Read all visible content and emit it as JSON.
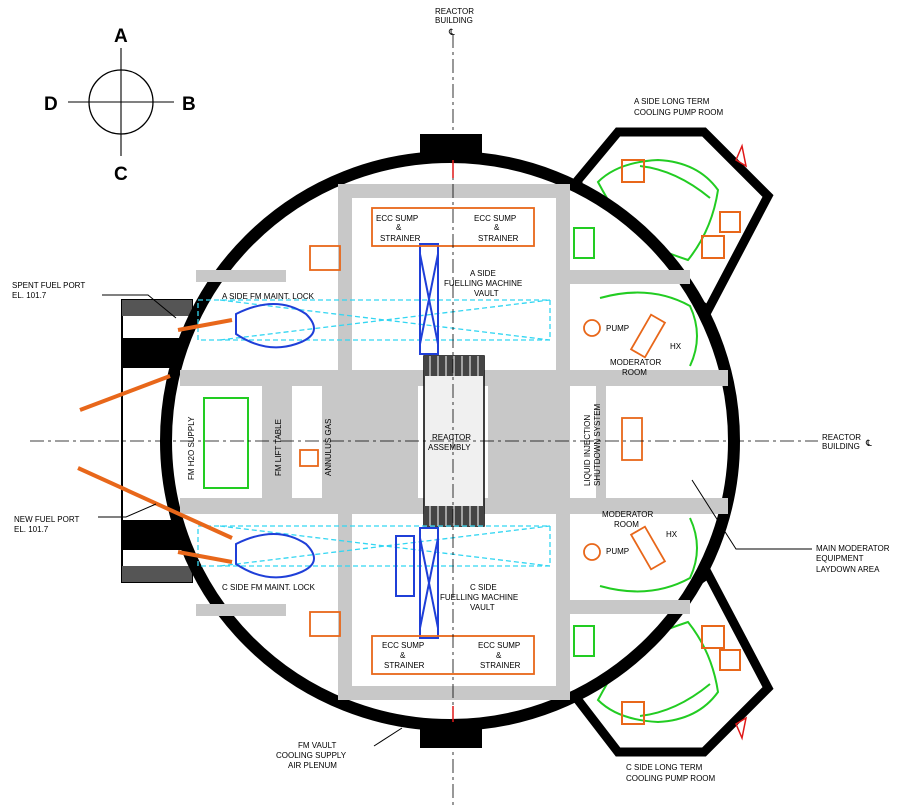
{
  "compass": {
    "north": "A",
    "south": "C",
    "west": "D",
    "east": "B"
  },
  "labels": {
    "reactor_building_top": [
      "REACTOR",
      "BUILDING",
      "℄"
    ],
    "reactor_building_right": [
      "REACTOR",
      "BUILDING"
    ],
    "centerline_symbol": "℄",
    "a_side_pump_room": [
      "A SIDE LONG TERM",
      "COOLING PUMP ROOM"
    ],
    "c_side_pump_room": [
      "C SIDE LONG TERM",
      "COOLING PUMP ROOM"
    ],
    "spent_fuel_port": [
      "SPENT FUEL PORT",
      "EL. 101.7"
    ],
    "new_fuel_port": [
      "NEW FUEL PORT",
      "EL. 101.7"
    ],
    "a_side_fm_maint_lock": "A SIDE FM MAINT. LOCK",
    "c_side_fm_maint_lock": "C SIDE FM MAINT. LOCK",
    "a_side_fm_vault": [
      "A SIDE",
      "FUELLING MACHINE",
      "VAULT"
    ],
    "c_side_fm_vault": [
      "C SIDE",
      "FUELLING MACHINE",
      "VAULT"
    ],
    "ecc_sump": "ECC SUMP",
    "ampersand": "&",
    "strainer": "STRAINER",
    "pump": "PUMP",
    "hx": "HX",
    "moderator_room": [
      "MODERATOR",
      "ROOM"
    ],
    "reactor_assembly": [
      "REACTOR",
      "ASSEMBLY"
    ],
    "liquid_injection": [
      "LIQUID INJECTION",
      "SHUTDOWN SYSTEM"
    ],
    "fm_h2o_supply": "FM H2O SUPPLY",
    "fm_lift_table": "FM LIFT TABLE",
    "annulus_gas": "ANNULUS GAS",
    "main_moderator_laydown": [
      "MAIN MODERATOR",
      "EQUIPMENT",
      "LAYDOWN AREA"
    ],
    "fm_vault_cooling": [
      "FM VAULT",
      "COOLING SUPPLY",
      "AIR PLENUM"
    ]
  },
  "colors": {
    "wall": "#000000",
    "concrete": "#c8c8c8",
    "equipment_orange": "#e8671a",
    "piping_green": "#22cc22",
    "fm_blue": "#1f3fd8",
    "lock_cyan": "#33d6f2",
    "centerline_red": "#e01818"
  }
}
